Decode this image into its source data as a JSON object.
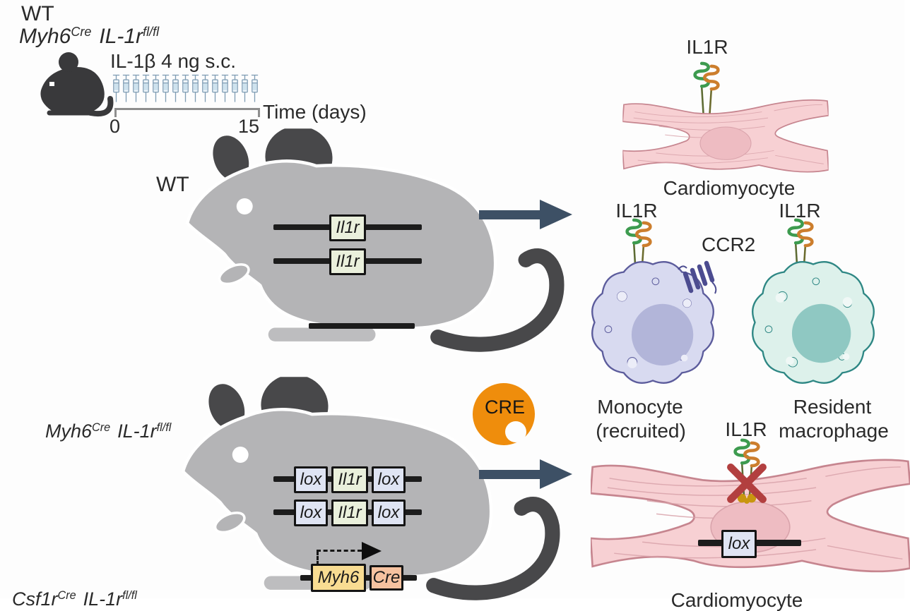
{
  "header": {
    "wt": "WT"
  },
  "genotypes": {
    "myh6": {
      "gene": "Myh6",
      "cre_sup": "Cre",
      "il1r": "IL-1r",
      "fl_sup": "fl/fl"
    },
    "csf1r": {
      "gene": "Csf1r",
      "cre_sup": "Cre",
      "il1r": "IL-1r",
      "fl_sup": "fl/fl"
    }
  },
  "timeline": {
    "injection_label": "IL-1β 4 ng s.c.",
    "axis_label": "Time (days)",
    "tick_start": "0",
    "tick_end": "15",
    "syringe_count": 15
  },
  "mice": {
    "wt_label": "WT"
  },
  "constructs": {
    "il1r": "Il1r",
    "lox": "lox",
    "myh6": "Myh6",
    "cre": "Cre"
  },
  "cre_enzyme_label": "CRE",
  "receptors": {
    "il1r": "IL1R",
    "ccr2": "CCR2"
  },
  "cells": {
    "cardiomyocyte_top_label": "Cardiomyocyte",
    "monocyte_label_1": "Monocyte",
    "monocyte_label_2": "(recruited)",
    "macrophage_label_1": "Resident",
    "macrophage_label_2": "macrophage",
    "cardiomyocyte_bottom_label": "Cardiomyocyte"
  },
  "colors": {
    "mouse_body": "#b4b4b6",
    "mouse_dark": "#48484a",
    "icon_mouse": "#39393b",
    "arrow": "#3d5065",
    "cre_blob": "#ef8d0c",
    "il1r_box_bg": "#eaf0dc",
    "lox_box_bg": "#dfe4f3",
    "myh6_box_bg": "#f8dc92",
    "cre_box_bg": "#f6c2a0",
    "cardiomyocyte_fill": "#f7d0d3",
    "cardiomyocyte_stroke": "#c6858f",
    "cardiomyocyte_nucleus": "#eebcc2",
    "monocyte_fill": "#d8daf0",
    "monocyte_stroke": "#5c5c9c",
    "monocyte_nucleus": "#b2b5d9",
    "macrophage_fill": "#ddf1eb",
    "macrophage_stroke": "#2e8784",
    "macrophage_nucleus": "#8fc8c2",
    "receptor_green": "#3d9b4f",
    "receptor_orange": "#cc7e2d",
    "receptor_foot": "#c8960f",
    "ccr2": "#4c4c90",
    "cross_red": "#b23f3f",
    "gene_line": "#1c1c1c",
    "bracket": "#8e8e8e",
    "syringe": "#7f9db4"
  }
}
